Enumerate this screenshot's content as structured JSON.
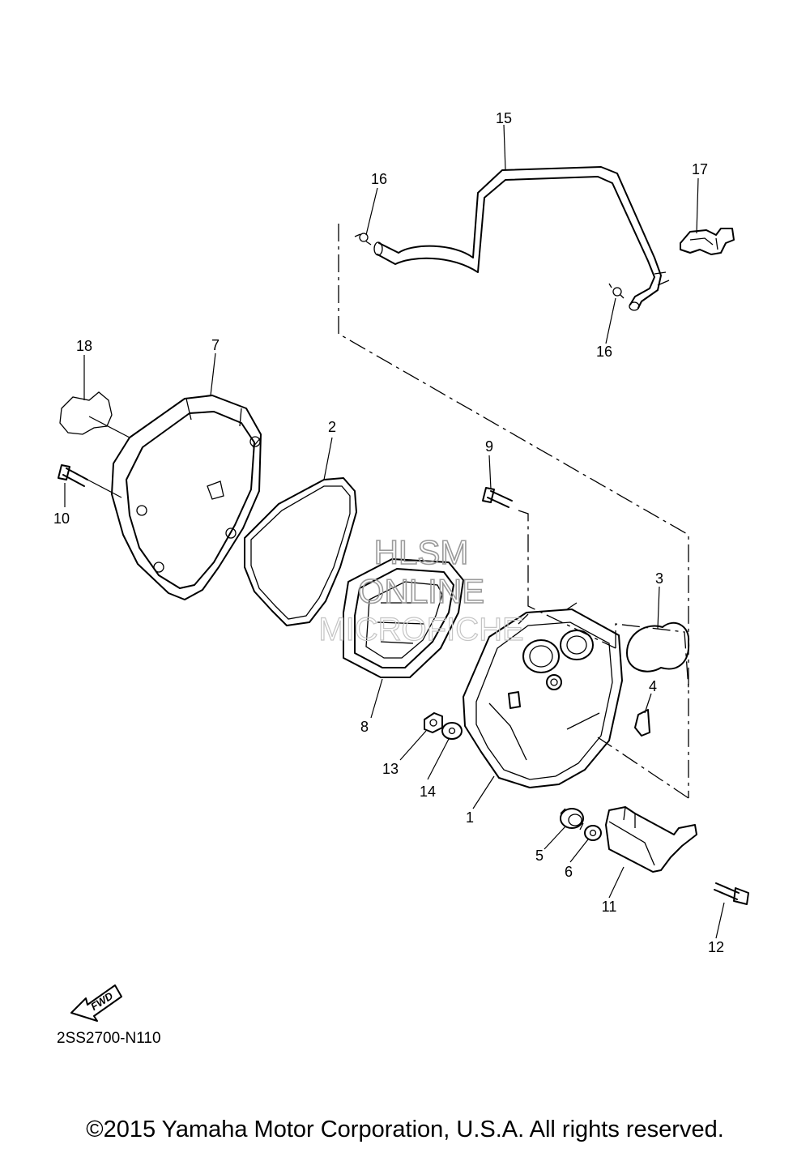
{
  "diagram": {
    "diagram_code": "2SS2700-N110",
    "fwd_label": "FWD",
    "watermark": {
      "line1": "HLSM",
      "line2": "ONLINE",
      "line3": "MICROFICHE"
    },
    "callouts": [
      {
        "id": "1",
        "label": "1"
      },
      {
        "id": "2",
        "label": "2"
      },
      {
        "id": "3",
        "label": "3"
      },
      {
        "id": "4",
        "label": "4"
      },
      {
        "id": "5",
        "label": "5"
      },
      {
        "id": "6",
        "label": "6"
      },
      {
        "id": "7",
        "label": "7"
      },
      {
        "id": "8",
        "label": "8"
      },
      {
        "id": "9",
        "label": "9"
      },
      {
        "id": "10",
        "label": "10"
      },
      {
        "id": "11",
        "label": "11"
      },
      {
        "id": "12",
        "label": "12"
      },
      {
        "id": "13",
        "label": "13"
      },
      {
        "id": "14",
        "label": "14"
      },
      {
        "id": "15",
        "label": "15"
      },
      {
        "id": "16a",
        "label": "16"
      },
      {
        "id": "16b",
        "label": "16"
      },
      {
        "id": "17",
        "label": "17"
      },
      {
        "id": "18",
        "label": "18"
      }
    ]
  },
  "footer": {
    "copyright": "©2015 Yamaha Motor Corporation, U.S.A. All rights reserved."
  }
}
